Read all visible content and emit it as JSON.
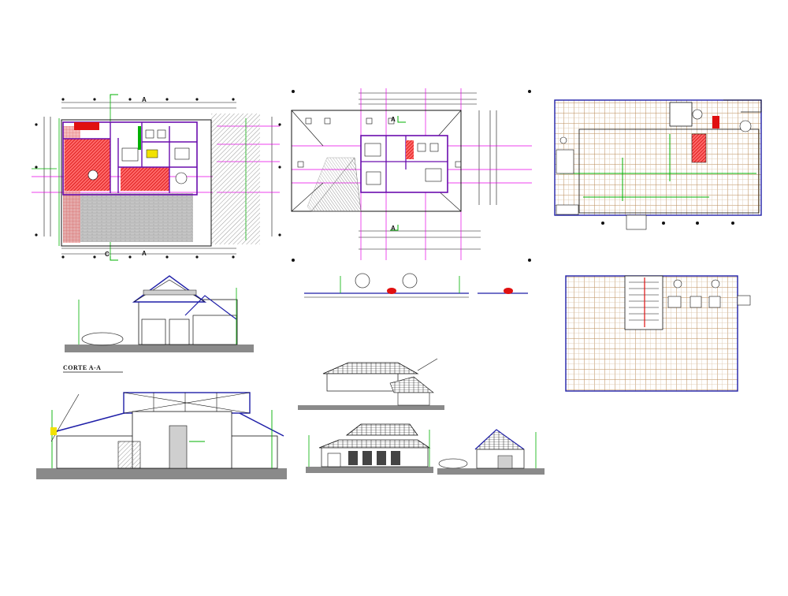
{
  "drawing": {
    "section_title": "CORTE A-A",
    "cut_marker_letter": "A",
    "axis_letter": "C"
  },
  "colors": {
    "wall": "#6a0dad",
    "magenta": "#e600e6",
    "green": "#00b000",
    "red": "#e01010",
    "blue": "#1f1fa8",
    "tile": "#b87b3a",
    "ground": "#8a8a8a",
    "roof": "#1f1fa8"
  }
}
